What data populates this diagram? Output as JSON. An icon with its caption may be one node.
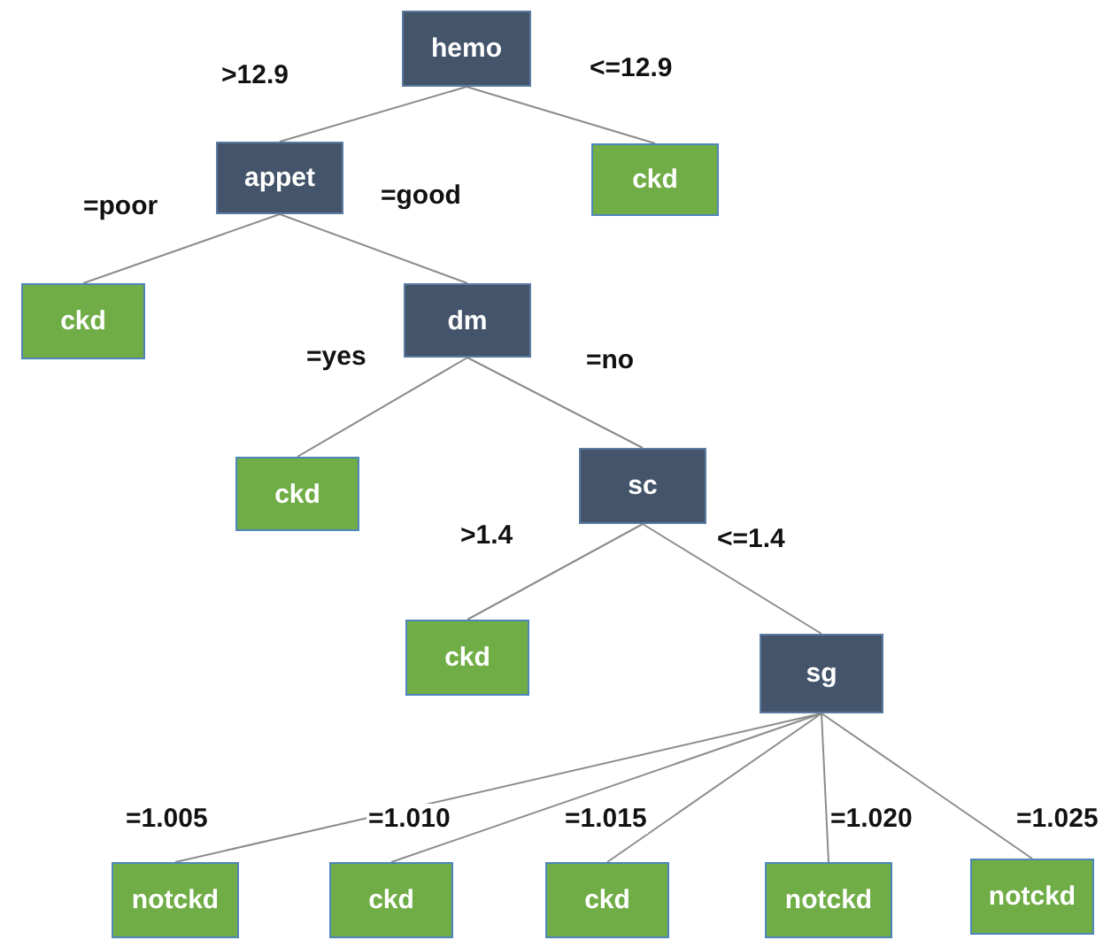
{
  "diagram": {
    "nodes": [
      {
        "text": [
          "hemo"
        ]
      },
      {
        "text": [
          "appet"
        ]
      },
      {
        "text": [
          "ckd"
        ]
      },
      {
        "text": [
          "ckd"
        ]
      },
      {
        "text": [
          "dm"
        ]
      },
      {
        "text": [
          "ckd"
        ]
      },
      {
        "text": [
          "sc"
        ]
      },
      {
        "text": [
          "ckd"
        ]
      },
      {
        "text": [
          "sg"
        ]
      },
      {
        "text": [
          "notckd"
        ]
      },
      {
        "text": [
          "ckd"
        ]
      },
      {
        "text": [
          "ckd"
        ]
      },
      {
        "text": [
          "notckd"
        ]
      },
      {
        "text": [
          "notckd"
        ]
      }
    ],
    "edges": [
      {
        "from": 0,
        "to": 1,
        "arrow": "none",
        "label": ">12.9"
      },
      {
        "from": 0,
        "to": 2,
        "arrow": "none",
        "label": "<=12.9"
      },
      {
        "from": 1,
        "to": 3,
        "arrow": "none",
        "label": "=poor"
      },
      {
        "from": 1,
        "to": 4,
        "arrow": "none",
        "label": "=good"
      },
      {
        "from": 4,
        "to": 5,
        "arrow": "none",
        "label": "=yes"
      },
      {
        "from": 4,
        "to": 6,
        "arrow": "none",
        "label": "=no"
      },
      {
        "from": 6,
        "to": 7,
        "arrow": "none",
        "label": ">1.4"
      },
      {
        "from": 6,
        "to": 8,
        "arrow": "none",
        "label": "<=1.4"
      },
      {
        "from": 8,
        "to": 9,
        "arrow": "none",
        "label": "=1.005"
      },
      {
        "from": 8,
        "to": 10,
        "arrow": "none",
        "label": "=1.010"
      },
      {
        "from": 8,
        "to": 11,
        "arrow": "none",
        "label": "=1.015"
      },
      {
        "from": 8,
        "to": 12,
        "arrow": "none",
        "label": "=1.020"
      },
      {
        "from": 8,
        "to": 13,
        "arrow": "none",
        "label": "=1.025"
      }
    ]
  }
}
